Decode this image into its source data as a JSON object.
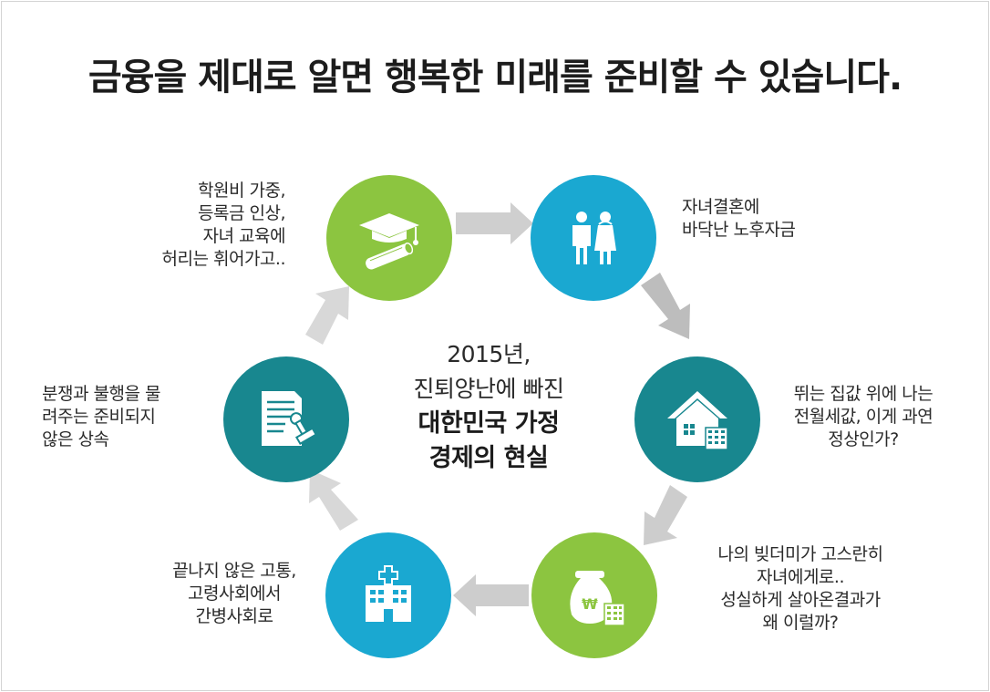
{
  "title": "금융을 제대로 알면 행복한 미래를 준비할 수 있습니다.",
  "center": {
    "line1": "2015년,",
    "line2": "진퇴양난에 빠진",
    "line3": "대한민국 가정",
    "line4": "경제의 현실"
  },
  "nodes": [
    {
      "icon": "graduation-cap-icon",
      "color": "#8cc540",
      "label": "학원비 가중,\n등록금 인상,\n자녀 교육에\n허리는 휘어가고.."
    },
    {
      "icon": "wedding-couple-icon",
      "color": "#1aa8d1",
      "label": "자녀결혼에\n바닥난 노후자금"
    },
    {
      "icon": "house-icon",
      "color": "#18878f",
      "label": "뛰는 집값 위에 나는\n전월세값, 이게 과연\n정상인가?"
    },
    {
      "icon": "money-pouch-icon",
      "color": "#8cc540",
      "label": "나의 빚더미가 고스란히\n자녀에게로..\n성실하게 살아온결과가\n왜 이럴까?"
    },
    {
      "icon": "hospital-icon",
      "color": "#1aa8d1",
      "label": "끝나지 않은 고통,\n고령사회에서\n간병사회로"
    },
    {
      "icon": "document-stamp-icon",
      "color": "#18878f",
      "label": "분쟁과 불행을  물\n려주는 준비되지\n않은 상속"
    }
  ]
}
